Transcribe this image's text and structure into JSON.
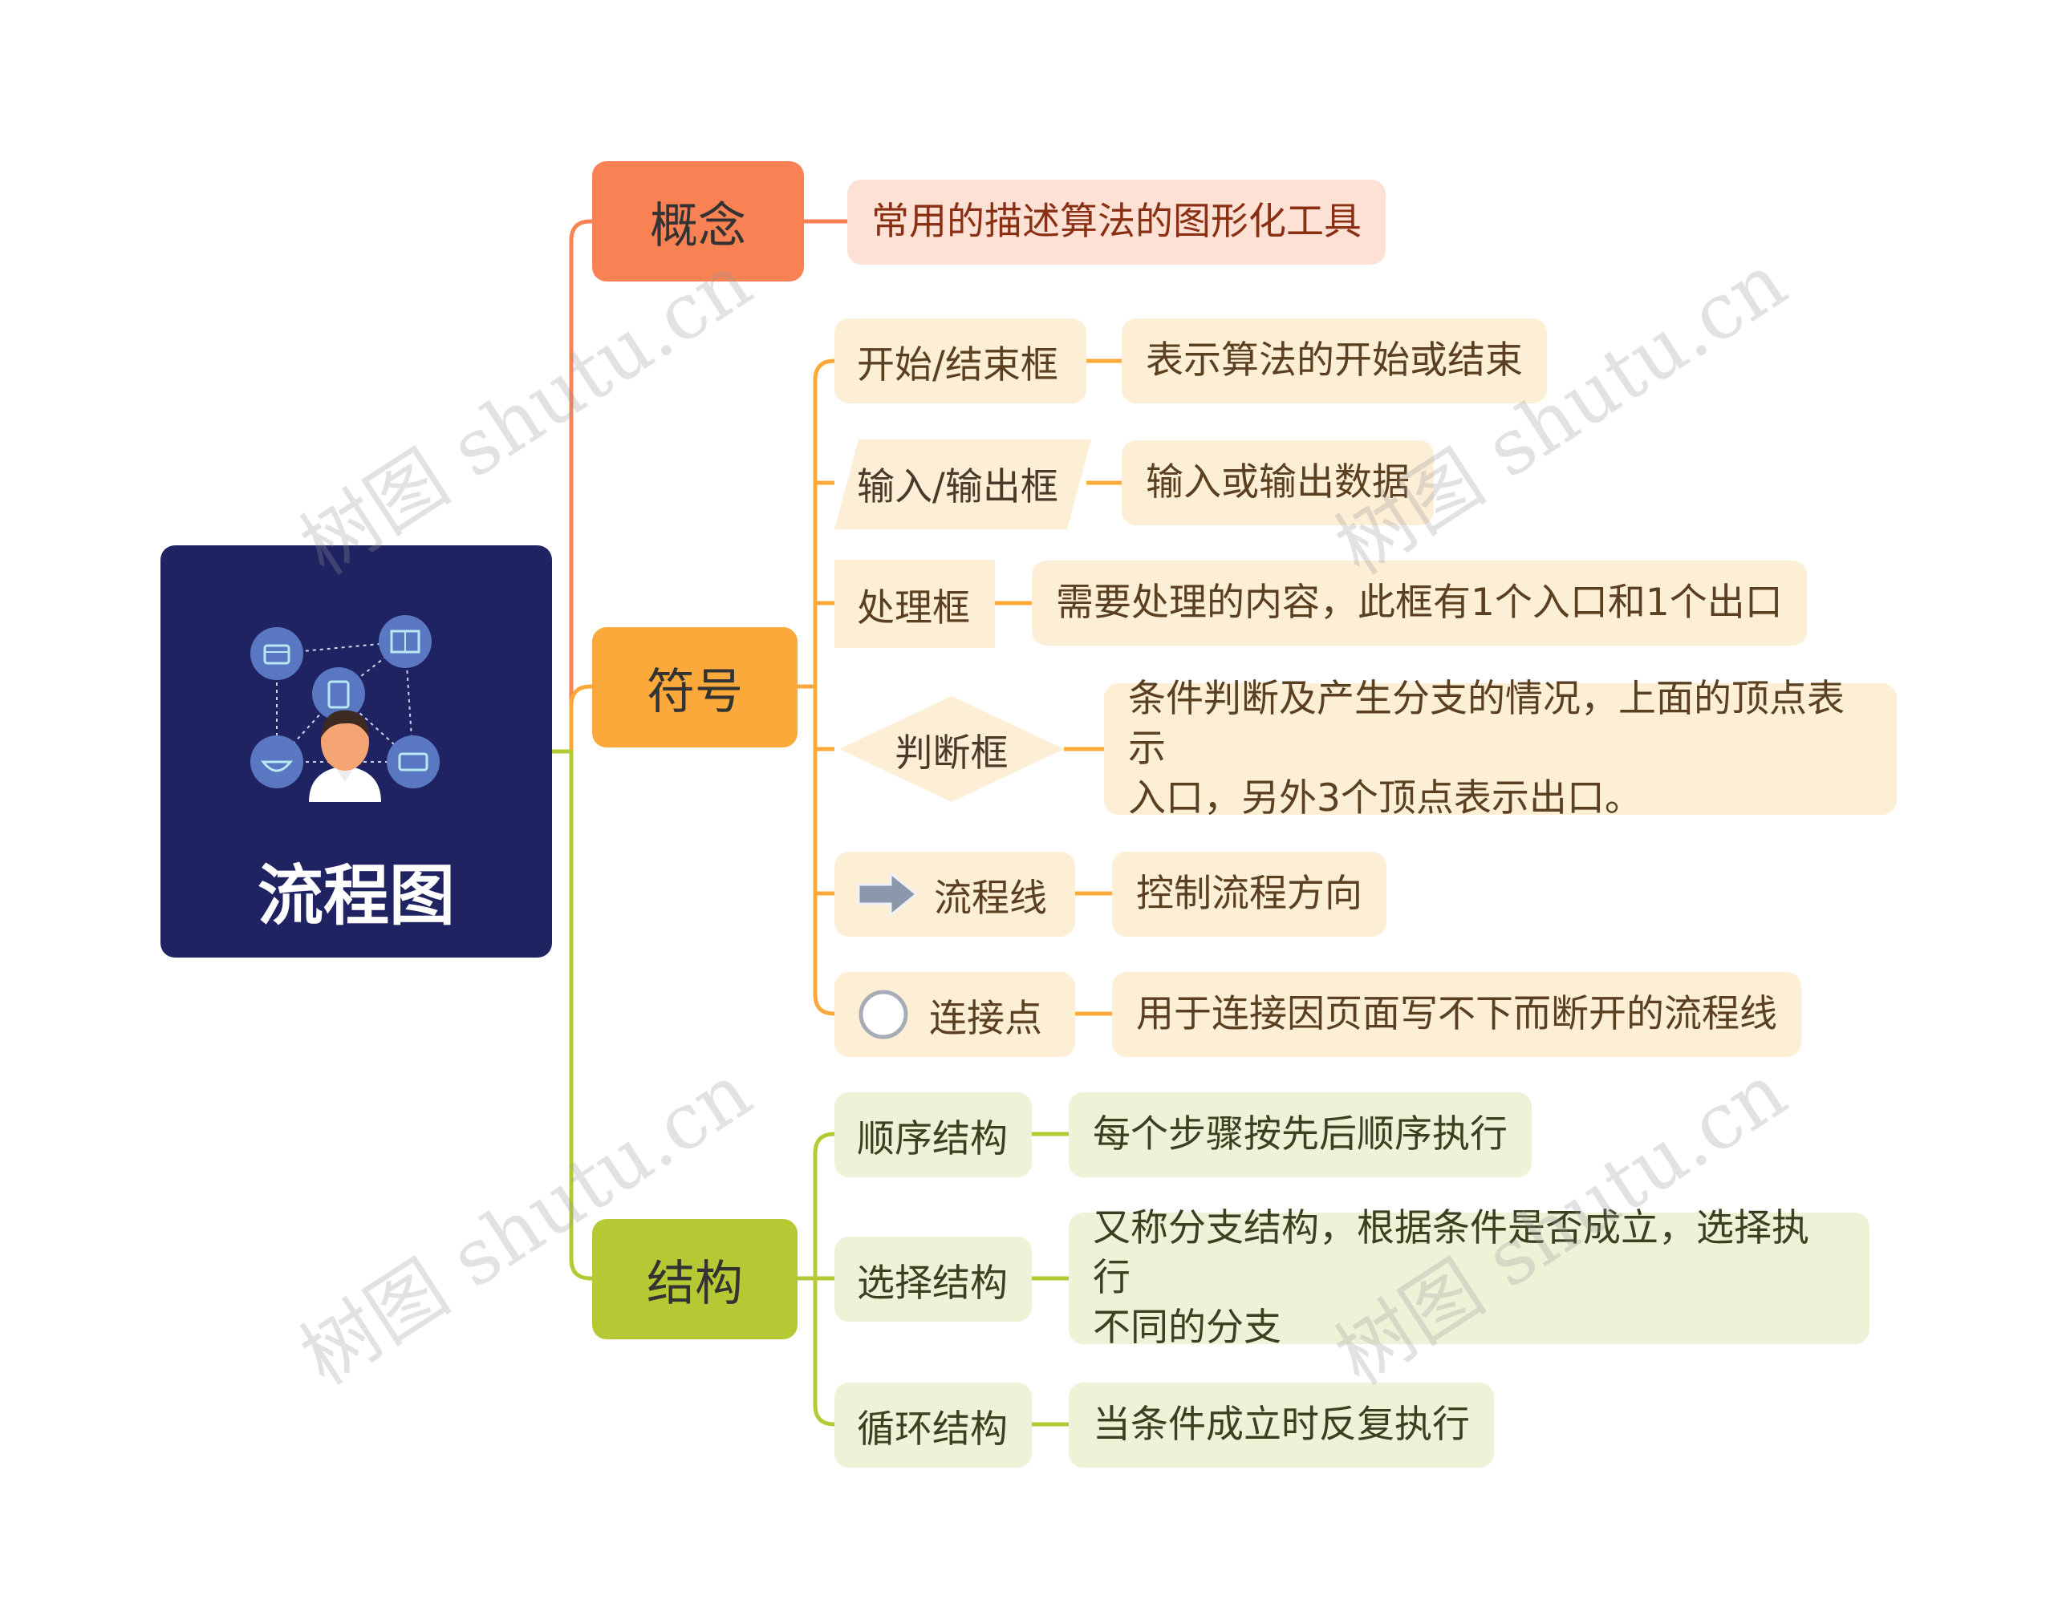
{
  "root": {
    "title": "流程图"
  },
  "branches": {
    "concept": {
      "label": "概念",
      "color": "#f98255",
      "child": "常用的描述算法的图形化工具"
    },
    "symbols": {
      "label": "符号",
      "color": "#fba93a",
      "items": [
        {
          "label": "开始/结束框",
          "desc": "表示算法的开始或结束"
        },
        {
          "label": "输入/输出框",
          "desc": "输入或输出数据"
        },
        {
          "label": "处理框",
          "desc": "需要处理的内容，此框有1个入口和1个出口"
        },
        {
          "label": "判断框",
          "desc_line1": "条件判断及产生分支的情况，上面的顶点表示",
          "desc_line2": "入口，另外3个顶点表示出口。"
        },
        {
          "label": "流程线",
          "desc": "控制流程方向"
        },
        {
          "label": "连接点",
          "desc": "用于连接因页面写不下而断开的流程线"
        }
      ]
    },
    "structure": {
      "label": "结构",
      "color": "#b5c935",
      "items": [
        {
          "label": "顺序结构",
          "desc": "每个步骤按先后顺序执行"
        },
        {
          "label": "选择结构",
          "desc_line1": "又称分支结构，根据条件是否成立，选择执行",
          "desc_line2": "不同的分支"
        },
        {
          "label": "循环结构",
          "desc": "当条件成立时反复执行"
        }
      ]
    }
  },
  "watermark": "树图 shutu.cn"
}
